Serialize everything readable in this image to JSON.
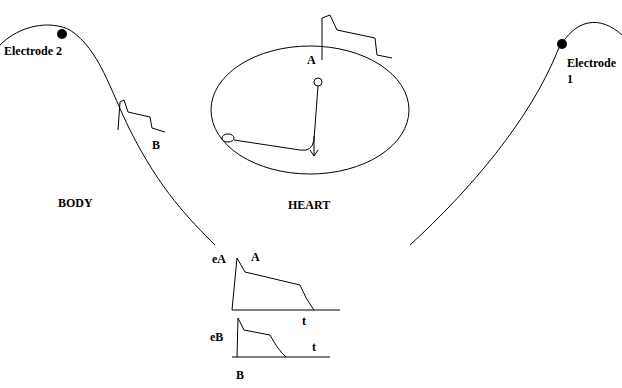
{
  "diagram": {
    "nodes": [
      {
        "text": [
          "A",
          "HEART"
        ]
      }
    ],
    "labels": [
      "Electrode 2",
      "Electrode 1",
      "B",
      "BODY",
      "eA",
      "A",
      "t",
      "eB",
      "t",
      "B"
    ]
  }
}
